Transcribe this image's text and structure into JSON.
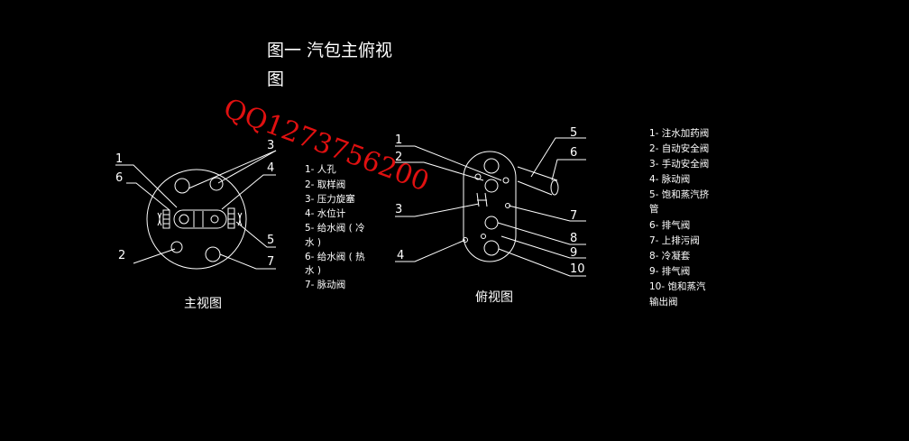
{
  "title_line1": "图一  汽包主俯视",
  "title_line2": "图",
  "front_view": {
    "caption": "主视图",
    "callouts": [
      "1",
      "2",
      "3",
      "4",
      "5",
      "6",
      "7"
    ],
    "legend": [
      "1- 人孔",
      "2- 取样阀",
      "3- 压力旋塞",
      "4- 水位计",
      "5- 给水阀 ( 冷",
      "水 )",
      "6- 给水阀 ( 热",
      "水 )",
      "7- 脉动阀"
    ]
  },
  "top_view": {
    "caption": "俯视图",
    "callouts": [
      "1",
      "2",
      "3",
      "4",
      "5",
      "6",
      "7",
      "8",
      "9",
      "10"
    ],
    "legend": [
      "1- 注水加药阀",
      "2- 自动安全阀",
      "3- 手动安全阀",
      "4- 脉动阀",
      "5- 饱和蒸汽挤",
      "管",
      "6- 排气阀",
      "7- 上排污阀",
      "8- 冷凝套",
      "9- 排气阀",
      "10- 饱和蒸汽",
      "输出阀"
    ]
  },
  "watermark": "QQ1273756200",
  "colors": {
    "background": "#000000",
    "lines": "#ffffff",
    "watermark": "#e01010"
  }
}
